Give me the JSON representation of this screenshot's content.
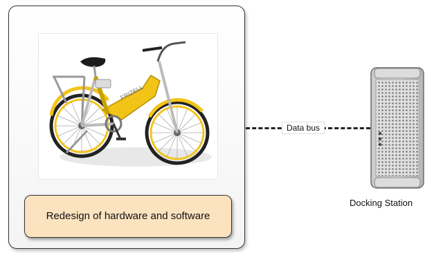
{
  "hardware_panel": {
    "caption": "Redesign of hardware and software",
    "image": "electric-bicycle"
  },
  "connection": {
    "label": "Data bus"
  },
  "docking_station": {
    "label": "Docking Station",
    "image": "computer-tower"
  },
  "colors": {
    "caption_fill": "#fbe3c0",
    "bike_frame": "#f2c418"
  }
}
